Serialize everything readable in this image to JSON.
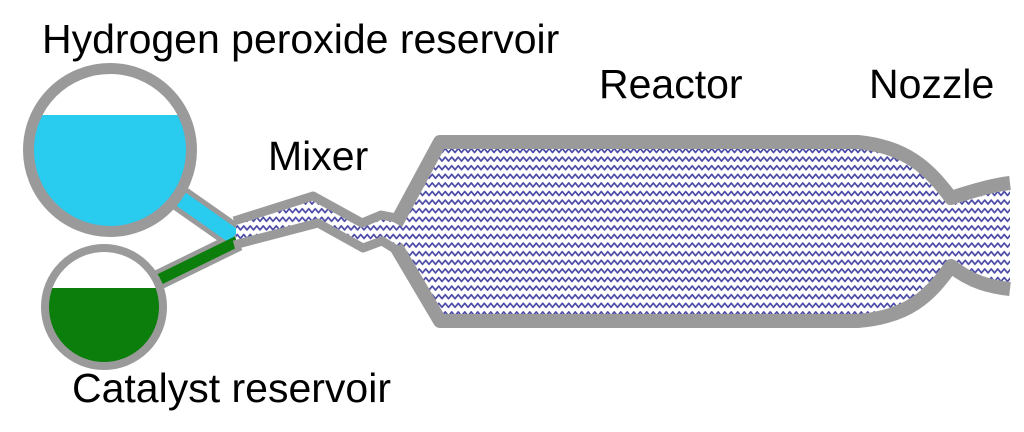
{
  "diagram": {
    "labels": {
      "hydrogen_reservoir": "Hydrogen peroxide reservoir",
      "mixer": "Mixer",
      "reactor": "Reactor",
      "nozzle": "Nozzle",
      "catalyst_reservoir": "Catalyst reservoir"
    },
    "colors": {
      "hydrogen_peroxide_liquid": "#29CBEE",
      "catalyst_liquid": "#0B7E0B",
      "channel_wall_gray": "#9A9A9A",
      "mixture_pattern_blue": "#4A4AA6",
      "background": "#FFFFFF",
      "label_text": "#000000"
    }
  }
}
